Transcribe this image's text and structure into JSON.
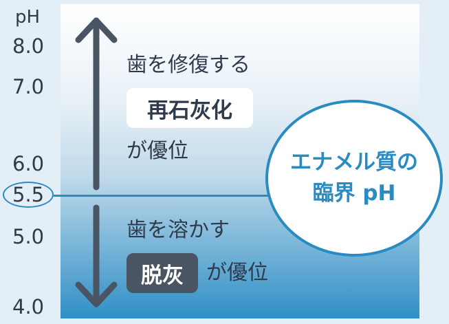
{
  "scale": {
    "unit": "pH",
    "ticks": [
      "8.0",
      "7.0",
      "6.0",
      "5.5",
      "5.0",
      "4.0"
    ]
  },
  "upper": {
    "line1": "歯を修復する",
    "highlight": "再石灰化",
    "line3": "が優位"
  },
  "lower": {
    "line1": "歯を溶かす",
    "highlight": "脱灰",
    "line2_suffix": "が優位"
  },
  "circle": {
    "line1": "エナメル質の",
    "line2": "臨界 pH"
  },
  "colors": {
    "accent": "#2a8bc3",
    "text": "#2e3b4a",
    "dark_pill": "#4a5563",
    "background": "#e3eef6"
  }
}
